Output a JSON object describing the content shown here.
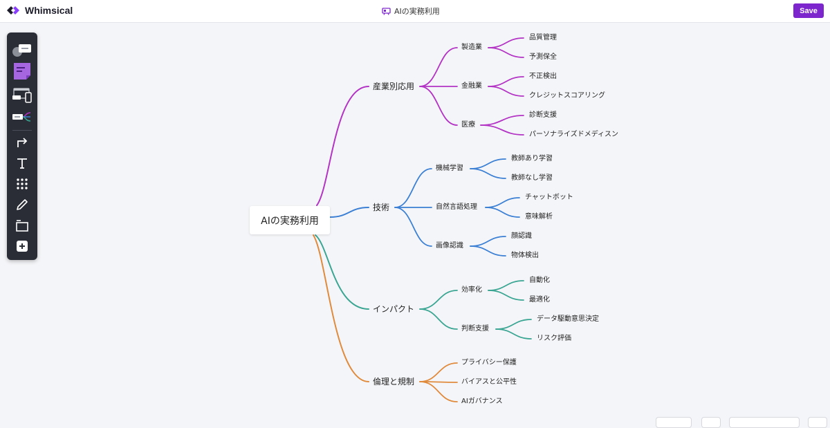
{
  "app": {
    "brand": "Whimsical",
    "document_title": "AIの実務利用",
    "save_label": "Save"
  },
  "colors": {
    "brand_purple": "#7d26cd",
    "industry": "#b233c4",
    "tech": "#3a7fd4",
    "impact": "#3aa592",
    "ethics": "#e08a3c"
  },
  "toolbar": {
    "tools": [
      {
        "name": "card-tool",
        "icon": "cards-icon"
      },
      {
        "name": "sticky-note-tool",
        "icon": "sticky-note-icon"
      },
      {
        "name": "wireframe-tool",
        "icon": "wireframe-icon"
      },
      {
        "name": "mindmap-tool",
        "icon": "mindmap-icon"
      },
      {
        "name": "connector-tool",
        "icon": "arrow-icon"
      },
      {
        "name": "text-tool",
        "icon": "text-icon"
      },
      {
        "name": "grid-tool",
        "icon": "grid-icon"
      },
      {
        "name": "pen-tool",
        "icon": "pen-icon"
      },
      {
        "name": "section-tool",
        "icon": "section-icon"
      },
      {
        "name": "insert-tool",
        "icon": "plus-icon"
      }
    ]
  },
  "mindmap": {
    "root": "AIの実務利用",
    "branches": [
      {
        "label": "産業別応用",
        "children": [
          {
            "label": "製造業",
            "children": [
              "品質管理",
              "予測保全"
            ]
          },
          {
            "label": "金融業",
            "children": [
              "不正検出",
              "クレジットスコアリング"
            ]
          },
          {
            "label": "医療",
            "children": [
              "診断支援",
              "パーソナライズドメディスン"
            ]
          }
        ]
      },
      {
        "label": "技術",
        "children": [
          {
            "label": "機械学習",
            "children": [
              "教師あり学習",
              "教師なし学習"
            ]
          },
          {
            "label": "自然言語処理",
            "children": [
              "チャットボット",
              "意味解析"
            ]
          },
          {
            "label": "画像認識",
            "children": [
              "顔認識",
              "物体検出"
            ]
          }
        ]
      },
      {
        "label": "インパクト",
        "children": [
          {
            "label": "効率化",
            "children": [
              "自動化",
              "最適化"
            ]
          },
          {
            "label": "判断支援",
            "children": [
              "データ駆動意思決定",
              "リスク評価"
            ]
          }
        ]
      },
      {
        "label": "倫理と規制",
        "children": [
          {
            "label": "プライバシー保護",
            "children": []
          },
          {
            "label": "バイアスと公平性",
            "children": []
          },
          {
            "label": "AIガバナンス",
            "children": []
          }
        ]
      }
    ]
  }
}
